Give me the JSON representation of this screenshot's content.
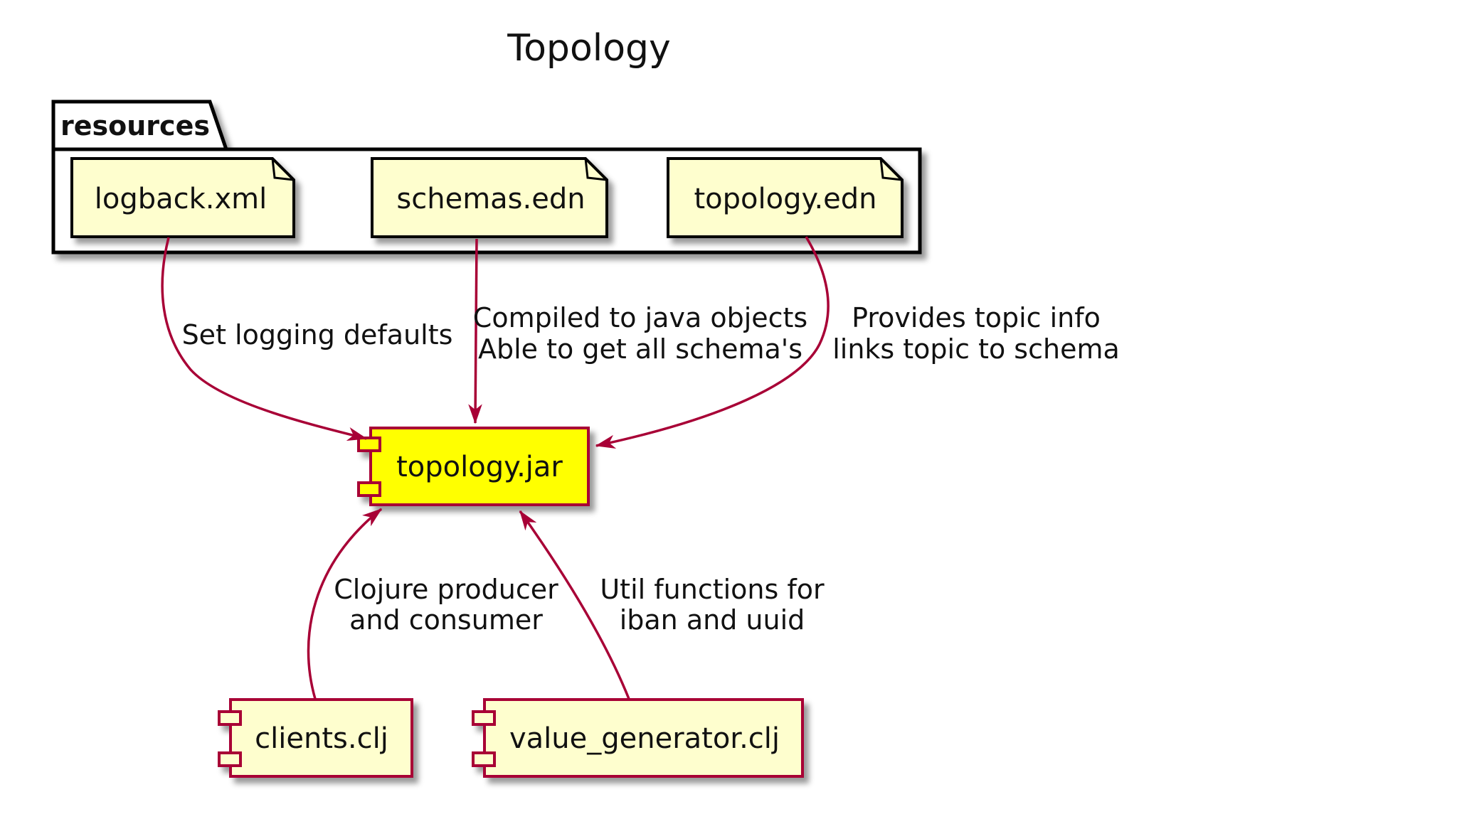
{
  "title": "Topology",
  "package": {
    "label": "resources"
  },
  "files": [
    {
      "label": "logback.xml"
    },
    {
      "label": "schemas.edn"
    },
    {
      "label": "topology.edn"
    }
  ],
  "components": [
    {
      "label": "topology.jar",
      "highlighted": true
    },
    {
      "label": "clients.clj",
      "highlighted": false
    },
    {
      "label": "value_generator.clj",
      "highlighted": false
    }
  ],
  "edges": [
    {
      "from": "logback.xml",
      "to": "topology.jar",
      "lines": [
        "Set logging defaults"
      ]
    },
    {
      "from": "schemas.edn",
      "to": "topology.jar",
      "lines": [
        "Compiled to java objects",
        "Able to get all schema's"
      ]
    },
    {
      "from": "topology.edn",
      "to": "topology.jar",
      "lines": [
        "Provides topic info",
        "links topic to schema"
      ]
    },
    {
      "from": "clients.clj",
      "to": "topology.jar",
      "lines": [
        "Clojure producer",
        "and consumer"
      ]
    },
    {
      "from": "value_generator.clj",
      "to": "topology.jar",
      "lines": [
        "Util functions for",
        "iban and uuid"
      ]
    }
  ],
  "colors": {
    "arrow": "#A80036",
    "component_border": "#A80036",
    "component_fill": "#FEFECE",
    "jar_fill": "#FFFF00",
    "file_fill": "#FEFECE",
    "outline": "#000000",
    "background": "#FFFFFF",
    "text": "#000000"
  }
}
